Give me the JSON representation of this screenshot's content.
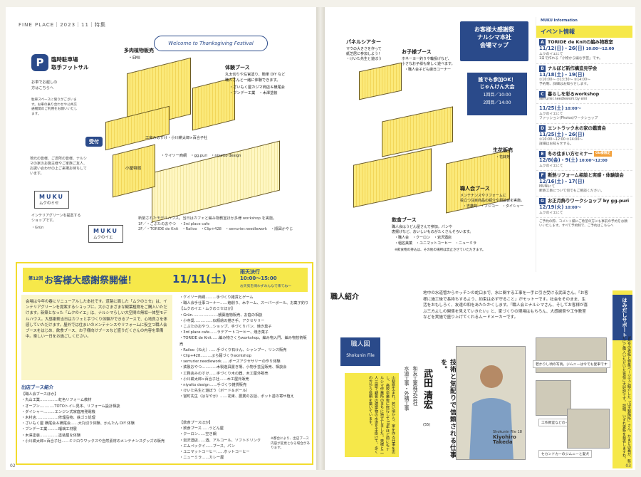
{
  "left_page": {
    "header": "FINE PLACE｜2023｜11｜特集",
    "banner": "Welcome to Thanksgiving Festival",
    "parking": {
      "label": "P",
      "title_1": "臨時駐車場",
      "title_2": "取手フットサル",
      "note_1": "お車でお越しの",
      "note_2": "方はこちらへ",
      "desc": "駐車スペースに限りがございます。お車の乗り合わせや公共交通機関のご利用をお願いいたします。"
    },
    "map_labels": {
      "tagen": "多肉植物販売",
      "tagen_sub": "・EMI",
      "taiken": "体験ブース",
      "taiken_1": "丸太切りや左官塗り、簡単 DIY など",
      "taiken_2": "職人さんと一緒に体験できます。",
      "taiken_3": "・ざいもく屋カジマ商店＆横尾会",
      "taiken_4": "・ブンデー工業　・木澤塗装",
      "reception": "受付",
      "kitchen": "工房みのすけ・小川耕太郎∞百合子社",
      "booths": "・ケイソー商網　・gg.puri　・niyatto design",
      "koya": "小屋特設",
      "muku_desc": "新築されたモデルハウス。当日はカフェと編み物教室ほか多様 workshop を実施。",
      "muku_1f": "1F／・こぶたのおやつ　・3rd place cafe",
      "muku_2f": "2F／・TORIDE de Knit　・Railoo　・Clip+428　・serrurier.needlework　・順図かやじ",
      "chiiki": "地元の皆様、ご近所の皆様、ナルシマの家のお施主様やご家族ご友人、お誘い合わせの上ご来場お待ちしています。",
      "interior": "インテリアグリーンを提案するショップです。",
      "interior_sub": "・Grün"
    },
    "muku1": {
      "label": "MUKU",
      "sub": "ムクのミセ"
    },
    "muku2": {
      "label": "MUKU",
      "sub": "ムクのイエ"
    },
    "event": {
      "edition": "第12回",
      "title": "お客様大感謝祭開催！",
      "date": "11/11(土)",
      "rain": "雨天決行",
      "time": "10:00〜15:00",
      "time_note": "お天気を問わずみんなで来てね〜",
      "desc": "会場は今年の春にリニューアルした本社です。道路に面した「ムクのミセ」は、インテリアグリーンを提案するショップに。大小さまざまな観葉植物をご購入いただけます。新築となった「ムクのイエ」は、ナルシマらしい大空間の無垢一体型モデルハウス。大感謝祭当日はカフェと手づくり体験ができるブースで、心地良さを体感していただけます。屋外では住まいのメンテナンスやリフォームに役立つ職人会ブースをはじめ、飲食ブース、お子様向けブースなど盛りだくさんの内容を準備中。楽しい一日をお過ごしください。",
      "program": [
        "・ケイソー商網………手づくり雑貨とゲーム",
        "・職人会手仕事コーナー……鉋削り、木ネーム、スーパーボール、お菓子釣り",
        "【ムクのイエ・ムクのミセほか】",
        "・Grün…………………観葉植物販売、お庭の相談",
        "・小寺奨……………似顔絵の描き手、アクセサリー",
        "・こぶたのおやつ…ショップ、手づくりパン、焼き菓子",
        "・3rd place cafe……ラテアートコーヒー、焼き菓子",
        "・TORIDE de Knit……編み物さくらworkshop、編み物入門、編み物技術販売",
        "・Railoo（ねえ）……手づくり石けん、シャンプー、リンス販売",
        "・Clip+428………ぷら麺づくりworkshop",
        "・serrurier.needlework……ポーズアクセサリーの作り体験",
        "・鉄製おやつ…………木製遊具置き場、小物手芸品販売、相談会",
        "・工務店みのすけ……手づくり木の器、木工屋外販売",
        "・小川耕太郎∞百合子社……木工屋外販売",
        "・niyatto design……手づくり雑貨販売",
        "・けいた先生と遊ぼう（ボード＆ボール）",
        "・宮町先生（はなやか）……花束、農業のお話、ポット苗の寄せ植え"
      ],
      "shops_title": "出店ブース紹介",
      "shops": [
        "【職人会ブースほか】",
        "・丸山工業……………虹色リフォーム教材",
        "・オーブン…………TOTOトイレ見本、リフォーム設計相談",
        "・ダイシャー………エンジン式家庭用発電機",
        "・木村店………………修理品物、鉄ゴミ処理",
        "・ざいもく屋 横尾会＆横尾会……大丸切り体験、かんたん DIY 体験",
        "・ブンデー工業………瑠璃工材展",
        "・木澤塗装……………塗装屋を体験",
        "・小川耕太郎∞百合子社……ミツロウワックスや自然素材のメンテナンスグッズの販売"
      ],
      "food_title": "【飲食ブースほか】",
      "food": [
        "・飲食ブース……うどん屋",
        "・クーロン……空き鍋",
        "・岩沢酒店……酒、アルコール、ソフトドリンク",
        "・エムペックイ……ブース、パン",
        "・ユニマットコーヒー……ホットコーヒー",
        "・ニューミラ……カレー屋"
      ],
      "note": "※都合により、出店ブース内容が変更となる場合があります。"
    },
    "page_number": "02"
  },
  "right_page": {
    "map_title_1": "お客様大感謝祭",
    "map_title_2": "ナルシマ本社",
    "map_title_3": "会場マップ",
    "janken": {
      "line1": "誰でも参加OK！",
      "line2": "じゃんけん大会",
      "round1": "1回目／10:00",
      "round2": "2回目／14:00"
    },
    "map_labels": {
      "panel": "パネルシアター",
      "panel_1": "マウの大きさを作って",
      "panel_2": "紙芝居に参加しよう！",
      "panel_3": "・けいた先生と遊ぼう",
      "kids": "お子様ブース",
      "kids_1": "ホネーヨー釣りや輪投げなど、",
      "kids_2": "小さなお子様も楽しく遊べます。",
      "kids_3": "・職人会子ども縁日コーナー",
      "flower": "生花販売",
      "flower_sub": "・花鉢苑",
      "craft": "職人会ブース",
      "craft_1": "メンテナンスやリフォームに",
      "craft_2": "役立つ注目商品の紹介や相談会を実施。",
      "craft_3": "・吉雄商　・フジコー　・タイシャー",
      "food": "飲食ブース",
      "food_1": "職人会はうどん屋さんで参加。パンや",
      "food_2": "唐揚げなど、おいしいものがたくさんそろいます。",
      "food_3": "・職人会　・クーロン　・岩沢酒店",
      "food_4": "・稲名美菓　・ユニマットコーヒー　・ニューミラ",
      "food_note": "※飲食物の持込は、その他の場所は禁止させていただきます。"
    },
    "events_header": "イベント情報",
    "events_header_small": "MUKU Information",
    "events": [
      {
        "letter": "A",
        "title": "TORIDE de Knitの編み物教室",
        "date": "11/12(日)・26(日)",
        "time": "10:00〜12:00",
        "note": "ムクのイエにて\n1日で作れる「小物から編む手芸」です。"
      },
      {
        "letter": "B",
        "title": "ナルぼど新作構造見学会",
        "date": "11/18(土)・19(日)",
        "time": "",
        "note": "①10:00〜 ②13:30〜 ③14:00〜\n予約制、詳細はお知らせします。"
      },
      {
        "letter": "C",
        "title": "暮らしを彩るworkshop",
        "date": "",
        "time": "",
        "note": "serrurier.needlework by emi"
      },
      {
        "letter": "",
        "title": "",
        "date": "11/25(土)",
        "time": "10:00〜",
        "note": "ムクのイエにて\nファッション(Photos)ワークショップ"
      },
      {
        "letter": "D",
        "title": "エントラック木の家の鑑賞会",
        "date": "11/25(土)・26(日)",
        "time": "",
        "note": "①10:00〜12:00 ②14:00〜\n詳細はお知らせする。"
      },
      {
        "letter": "E",
        "title": "冬の住まい方セミナー",
        "badge": "Ob様限定",
        "date": "12/8(金)・9(土)",
        "time": "10:00〜12:00",
        "note": "ムクのイエにて"
      },
      {
        "letter": "F",
        "title": "断熱リフォーム相談と実感・体験談会",
        "date": "12/16(土)・17(日)",
        "time": "",
        "note": "MUNIにて\n断熱工事について何でもご相談ください。"
      },
      {
        "letter": "G",
        "title": "お正月飾りワークショップ by gg.puri",
        "date": "12/19(火)",
        "time": "10:00〜",
        "note": "ムクのイエにて"
      }
    ],
    "events_footer": "ご予約の際、コメント欄にご希望の方にも事前の予約をお願いいたします。すべて予約制で、ご予約はこちらへ",
    "shokunin": {
      "header": "職人紹介",
      "badge_text": "職人図",
      "file_label": "Shokunin File",
      "desc": "地中の水道管からキッチンの蛇口まで、水に関する工事を一手に引き受ける武田さん。「お客様に施工後で長持ちするよう、約束は必ず守ること」がモットーです。社会をそのまま、生活をおもしろく、友達の和をあたたかくします。「職人会とナルシマさん、そしてお客様が喜ぶ三方よしの関係を見えていきたい」と、家づくりの現場はもちろん、大感謝祭や工作教室などを実施で盛り上げてくれるムードメーカーです。",
      "company_1": "水道工事・外構工事",
      "company_2": "和友工業株式会社",
      "name": "武田 清宏",
      "age": "(55)",
      "quote": "技術と気配りで信頼される仕事を。",
      "profile": "山梨県生まれ。若い頃から、家を作る仕事を志し、高校卒業後に修行して30年ほど前にもナルシマ作業所のまちに独立しました。奥様と二人三脚で顧客の建築物の水道を手掛けて、多くの方から信頼を築いています。",
      "name_file": "Shokunin File 18",
      "name_en_1": "Kiyohiro",
      "name_en_2": "Takeda",
      "captions": [
        "若かりし頃の写真。ジムニーは今でも愛車です",
        "工作教室などのイベントでも大活躍",
        "セカンドカーのジムニーと愛犬"
      ],
      "hamidashi_tag": "はみだしサポート",
      "hamidashi_text": "9月号の表紙と特集ページでご紹介した「山王製陶所」さん。かまどの蓋が、新たにご購入いただいた皆様に大好評です。詳細、いずれ更新を発表しますね。"
    },
    "page_number": "03"
  }
}
